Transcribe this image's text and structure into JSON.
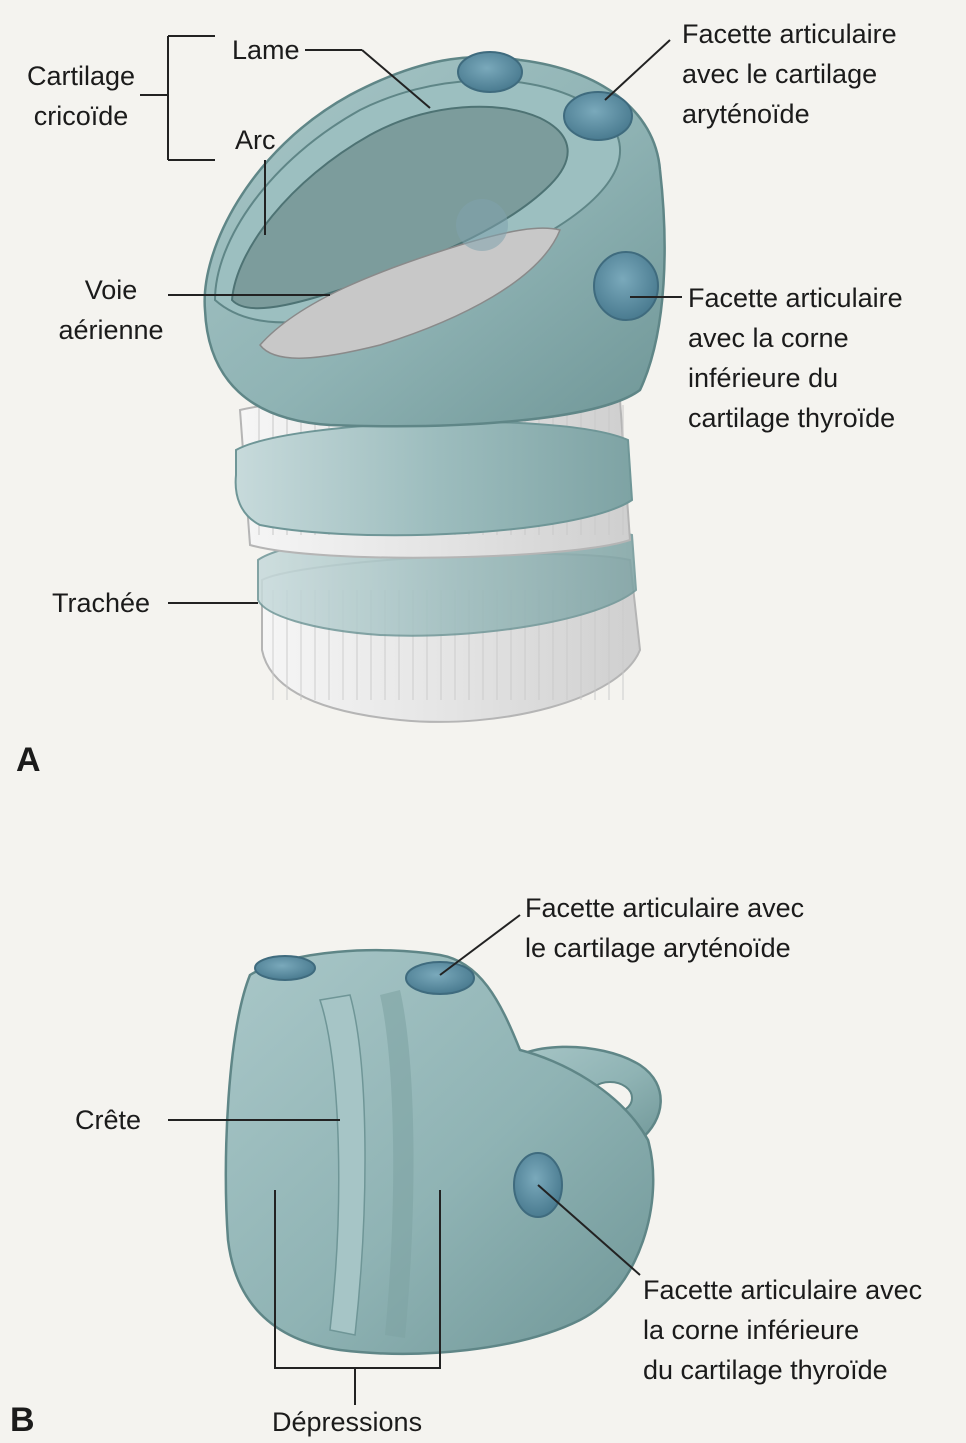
{
  "labels": {
    "cartilage_cricoide": "Cartilage\ncricoïde",
    "lame": "Lame",
    "arc": "Arc",
    "voie_aerienne": "Voie\naérienne",
    "trachee": "Trachée",
    "facette_aryt_a": "Facette articulaire\navec le cartilage\naryténoïde",
    "facette_thyro_a": "Facette articulaire\navec la corne\ninférieure du\ncartilage thyroïde",
    "facette_aryt_b": "Facette articulaire avec\nle cartilage aryténoïde",
    "crete": "Crête",
    "facette_thyro_b": "Facette articulaire avec\nla corne inférieure\ndu cartilage thyroïde",
    "depressions": "Dépressions",
    "panel_a": "A",
    "panel_b": "B"
  },
  "colors": {
    "cartilage": "#8fb3b4",
    "cartilage_dark": "#5f8687",
    "facet": "#5d8fa3",
    "trachea": "#e6e6e6",
    "leader": "#222222"
  }
}
